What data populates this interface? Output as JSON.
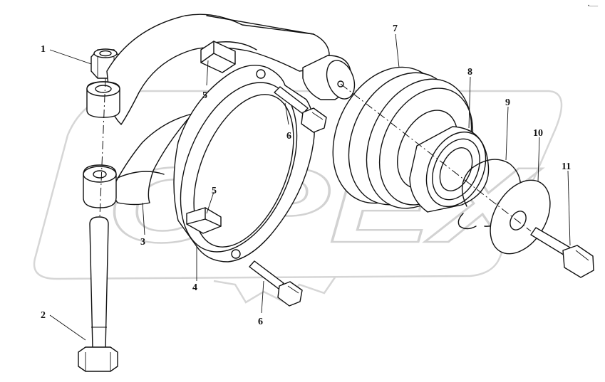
{
  "watermark": {
    "text": "OPEX"
  },
  "corner_mark": "•——",
  "callouts": [
    {
      "id": "c1",
      "label": "1"
    },
    {
      "id": "c2",
      "label": "2"
    },
    {
      "id": "c3",
      "label": "3"
    },
    {
      "id": "c4",
      "label": "4"
    },
    {
      "id": "c5a",
      "label": "5"
    },
    {
      "id": "c5b",
      "label": "5"
    },
    {
      "id": "c6a",
      "label": "6"
    },
    {
      "id": "c6b",
      "label": "6"
    },
    {
      "id": "c7",
      "label": "7"
    },
    {
      "id": "c8",
      "label": "8"
    },
    {
      "id": "c9",
      "label": "9"
    },
    {
      "id": "c10",
      "label": "10"
    },
    {
      "id": "c11",
      "label": "11"
    }
  ]
}
